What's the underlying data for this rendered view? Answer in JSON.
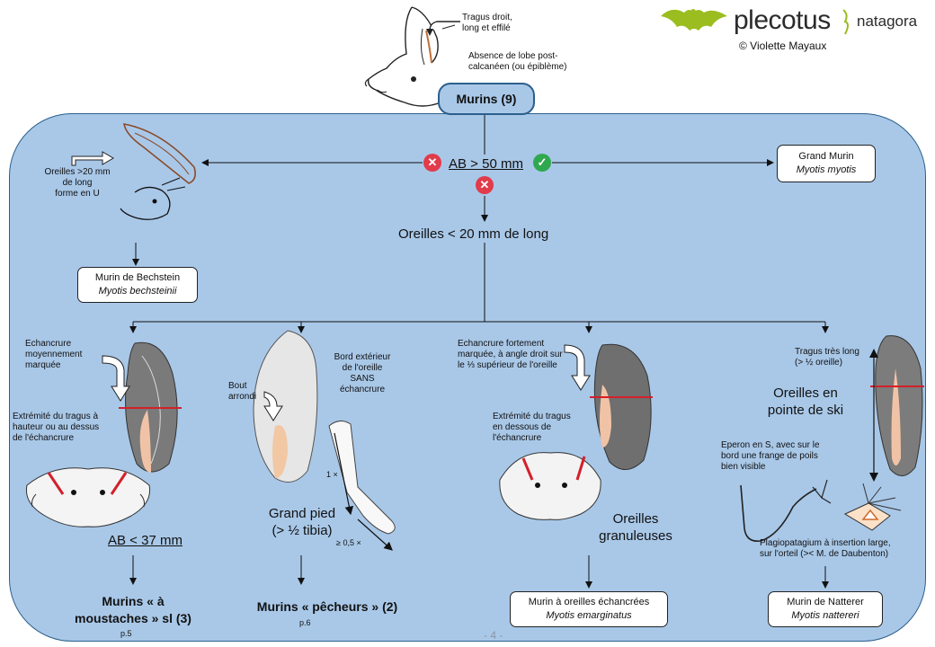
{
  "header": {
    "tragus_note": "Tragus droit,\nlong et effilé",
    "lobe_note": "Absence de lobe post-\ncalcanéen (ou épiblème)",
    "logo": {
      "brand": "plecotus",
      "partner": "natagora",
      "credit": "© Violette Mayaux"
    },
    "root_label": "Murins (9)"
  },
  "decision": {
    "criterion": "AB > 50 mm",
    "no_mark": "✕",
    "yes_mark": "✓",
    "next_criterion": "Oreilles < 20 mm de long"
  },
  "left_branch": {
    "ear_note": "Oreilles >20 mm\nde long\nforme en U",
    "species": {
      "common": "Murin de Bechstein",
      "scientific": "Myotis bechsteinii"
    }
  },
  "right_branch": {
    "species": {
      "common": "Grand Murin",
      "scientific": "Myotis myotis"
    }
  },
  "columns": {
    "moustaches": {
      "notch_note": "Echancrure\nmoyennement\nmarquée",
      "tragus_note": "Extrémité du tragus à\nhauteur ou au dessus\nde l'échancrure",
      "criterion": "AB < 37 mm",
      "group": "Murins « à\nmoustaches » sl (3)",
      "page": "p.5"
    },
    "pecheurs": {
      "tip_note": "Bout\narrondi",
      "edge_note": "Bord extérieur\nde l'oreille\nSANS\néchancrure",
      "ratio_top": "1 ×",
      "ratio_bottom": "≥ 0,5 ×",
      "foot_note": "Grand pied\n(> ½ tibia)",
      "group": "Murins « pêcheurs » (2)",
      "page": "p.6"
    },
    "echancrees": {
      "notch_note": "Echancrure fortement\nmarquée, à angle droit sur\nle ⅓ supérieur de l'oreille",
      "tragus_note": "Extrémité du tragus\nen dessous de\nl'échancrure",
      "ear_note": "Oreilles\ngranuleuses",
      "species": {
        "common": "Murin à oreilles échancrées",
        "scientific": "Myotis emarginatus"
      }
    },
    "natterer": {
      "tragus_note": "Tragus très long\n(> ½ oreille)",
      "ear_note": "Oreilles en\npointe de ski",
      "spur_note": "Eperon en S, avec sur le\nbord une frange de poils\nbien visible",
      "patagium_note": "Plagiopatagium à insertion large,\nsur l'orteil (>< M. de Daubenton)",
      "species": {
        "common": "Murin de Natterer",
        "scientific": "Myotis nattereri"
      }
    }
  },
  "footer": {
    "page_number": "- 4 -"
  },
  "colors": {
    "panel": "#a9c8e8",
    "border": "#2c5f8c",
    "no": "#e23b4a",
    "yes": "#2fa84f",
    "logo_green": "#9bbd1f",
    "marker_red": "#d2202a"
  }
}
